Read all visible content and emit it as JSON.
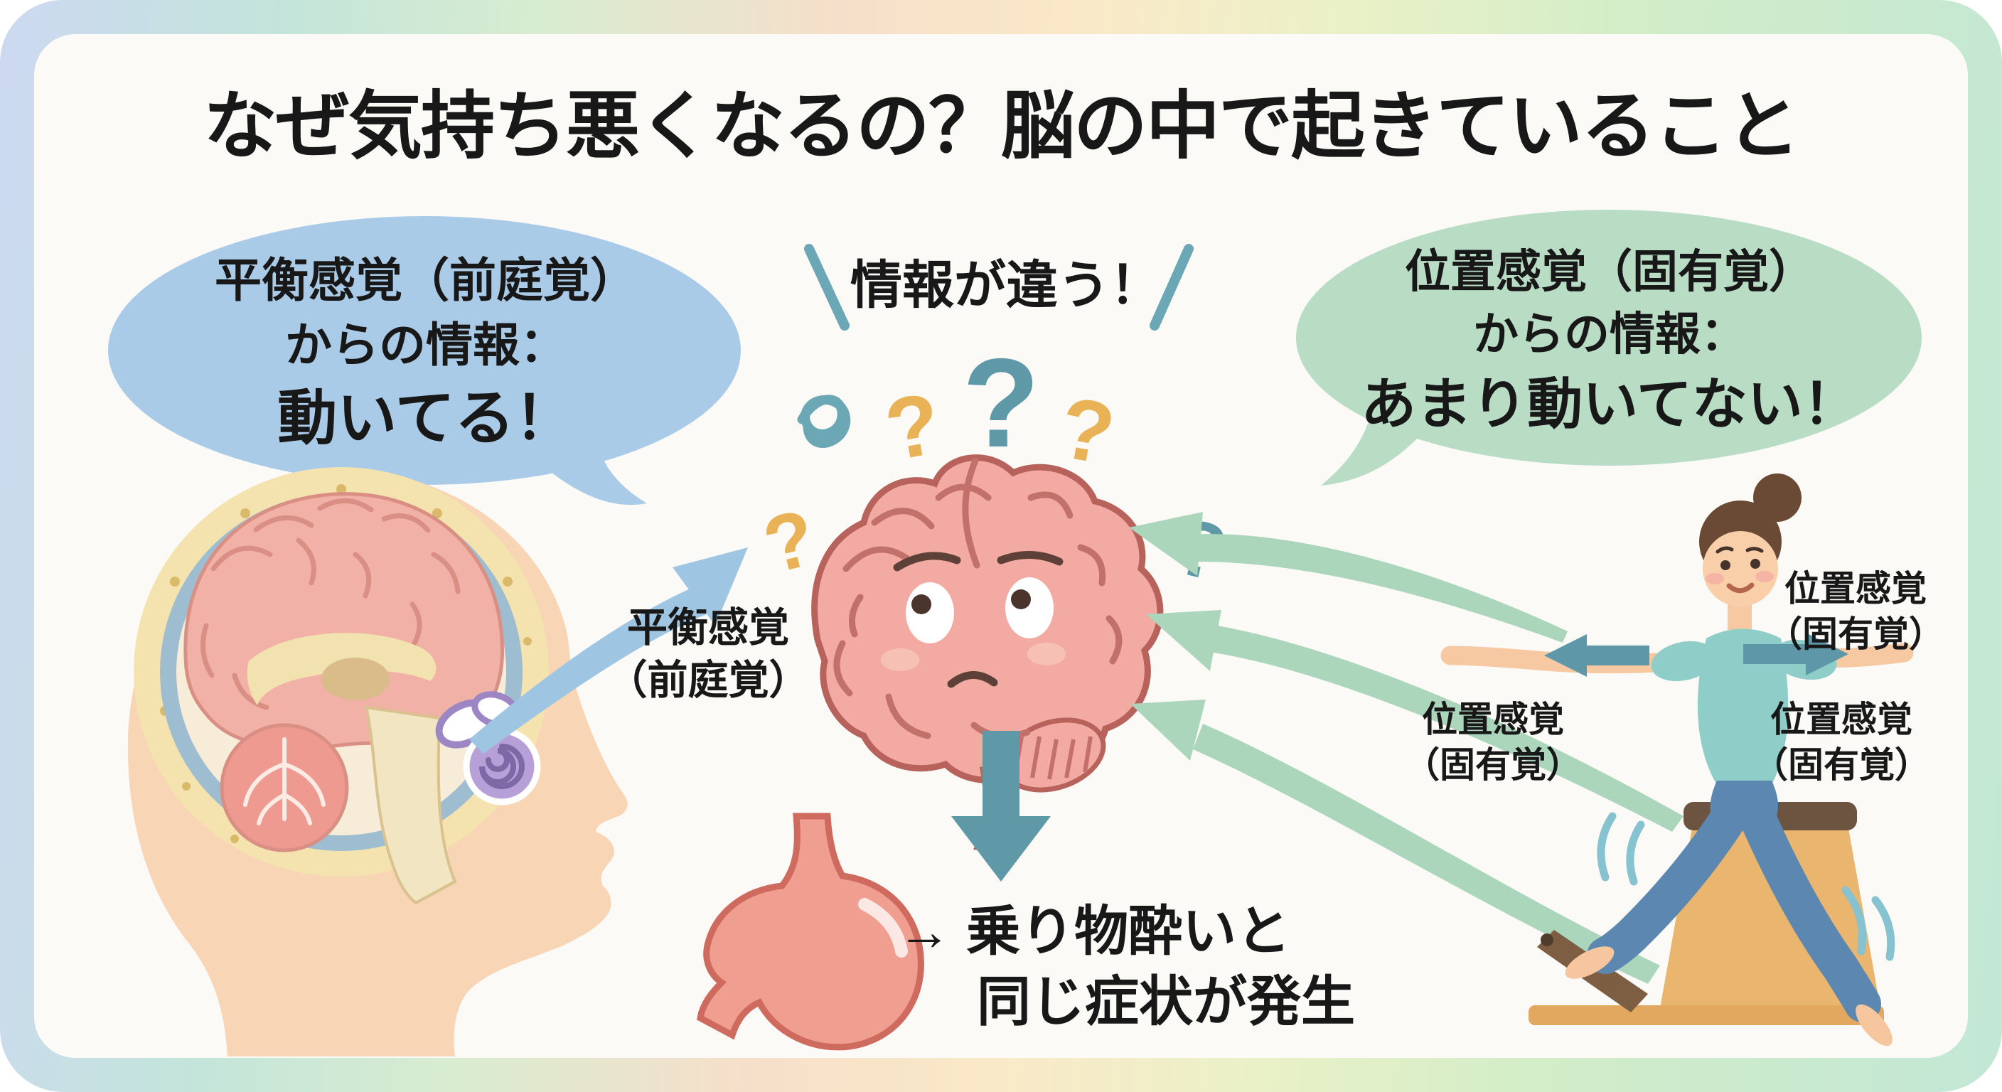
{
  "title": "なぜ気持ち悪くなるの？脳の中で起きていること",
  "left_bubble": {
    "line1": "平衡感覚（前庭覚）",
    "line2": "からの情報：",
    "line3": "動いてる！"
  },
  "conflict_label": "情報が違う！",
  "right_bubble": {
    "line1": "位置感覚（固有覚）",
    "line2": "からの情報：",
    "line3": "あまり動いてない！"
  },
  "vestibular_label": {
    "line1": "平衡感覚",
    "line2": "（前庭覚）"
  },
  "proprioception_labels": {
    "top_right": {
      "line1": "位置感覚",
      "line2": "（固有覚）"
    },
    "left": {
      "line1": "位置感覚",
      "line2": "（固有覚）"
    },
    "bottom_right": {
      "line1": "位置感覚",
      "line2": "（固有覚）"
    }
  },
  "outcome": {
    "line1": "→ 乗り物酔いと",
    "line2": "同じ症状が発生"
  },
  "icons": {
    "question_mark": "?"
  },
  "colors": {
    "panel": "#fbfaf7",
    "left_bubble": "#aacbe8",
    "right_bubble": "#b9dcc5",
    "teal_accent": "#5f99a8",
    "orange_accent": "#e9b257",
    "green_arrow": "#abd6bc",
    "blue_arrow": "#9ec5e2",
    "brain_pink": "#f3aaa2",
    "brain_outline": "#b8625c",
    "stomach": "#ef9e90",
    "skin": "#f7d5b5",
    "shirt_teal": "#8ecdc8",
    "pants_blue": "#5b87b0",
    "hair_brown": "#6b4a35",
    "wood": "#eab56e"
  }
}
